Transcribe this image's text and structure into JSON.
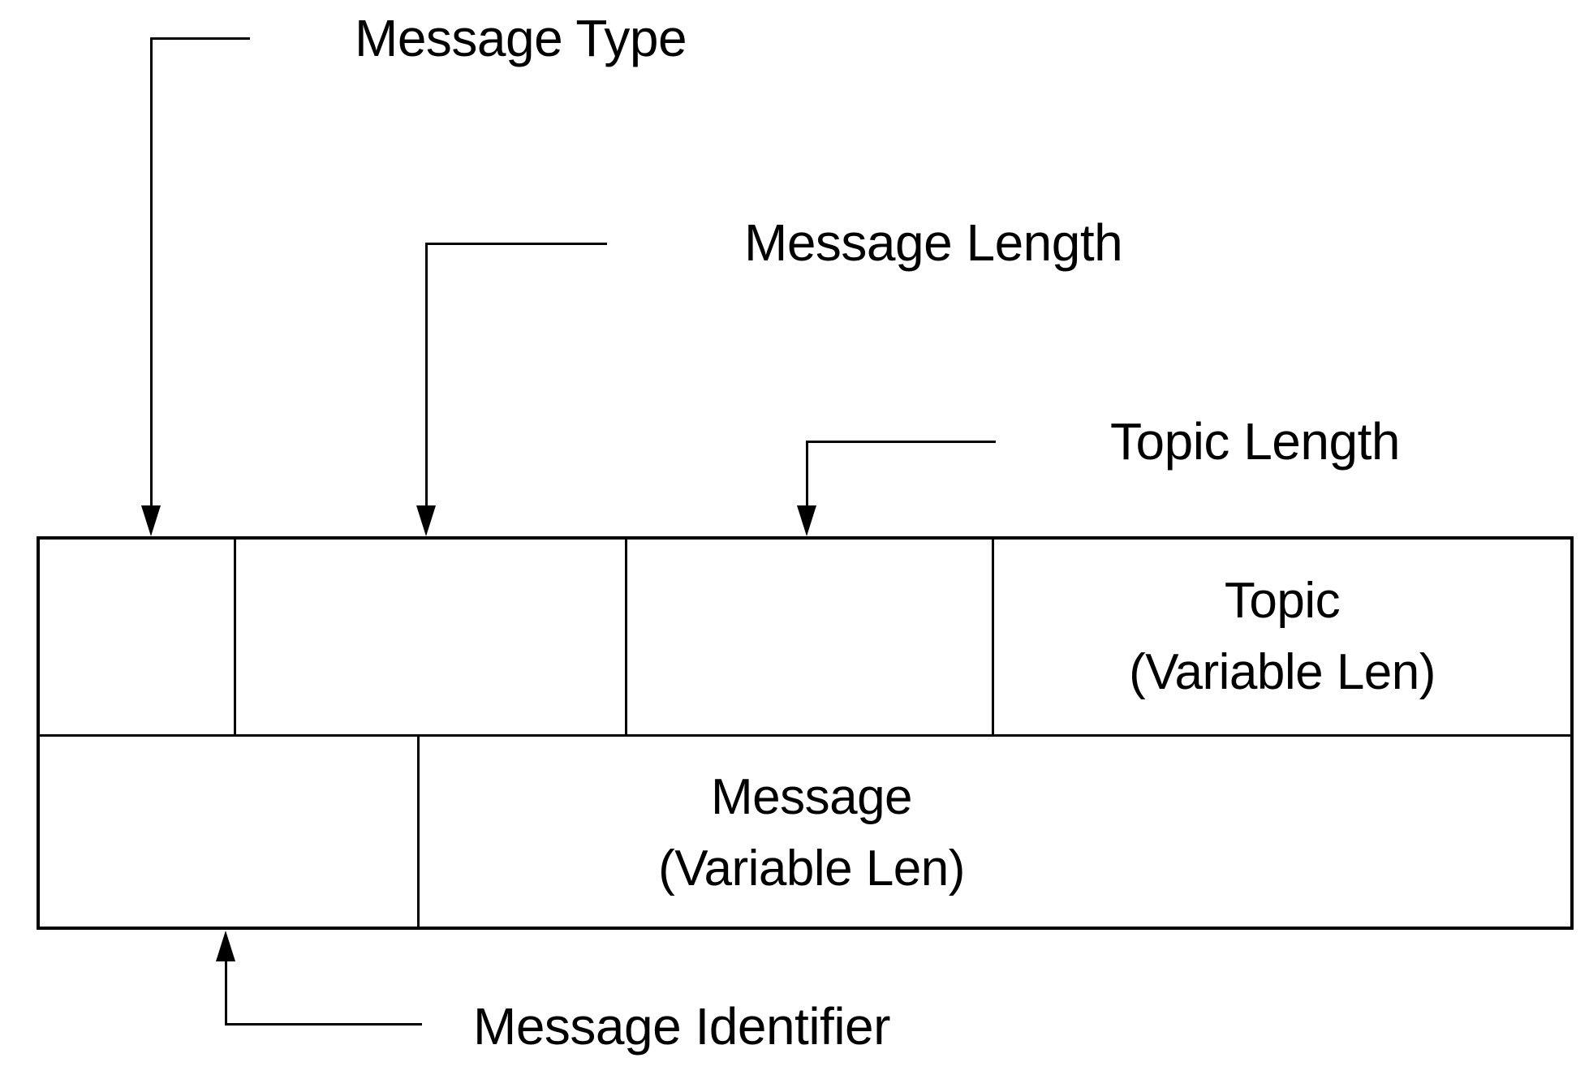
{
  "diagram": {
    "description": "Message packet structure diagram",
    "colors": {
      "line": "#000000",
      "background": "#ffffff",
      "text": "#000000"
    },
    "callouts": {
      "message_type": {
        "label": "Message Type"
      },
      "message_length": {
        "label": "Message Length"
      },
      "topic_length": {
        "label": "Topic Length"
      },
      "message_identifier": {
        "label": "Message Identifier"
      }
    },
    "packet": {
      "row1_cells": [
        {
          "name": "message-type-field",
          "label": ""
        },
        {
          "name": "message-length-field",
          "label": ""
        },
        {
          "name": "topic-length-field",
          "label": ""
        },
        {
          "name": "topic-field",
          "label_line1": "Topic",
          "label_line2": "(Variable Len)"
        }
      ],
      "row2_cells": [
        {
          "name": "message-identifier-field",
          "label": ""
        },
        {
          "name": "message-field",
          "label_line1": "Message",
          "label_line2": "(Variable Len)"
        }
      ]
    }
  }
}
